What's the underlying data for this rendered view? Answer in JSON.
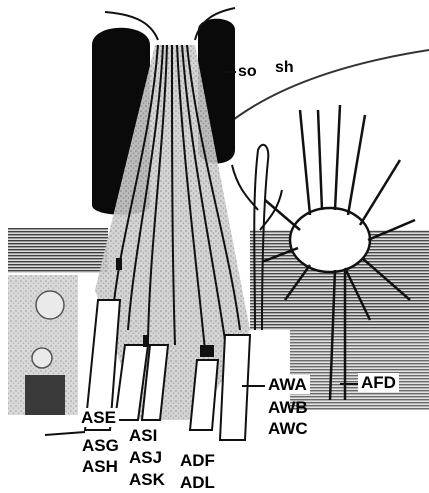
{
  "labels": {
    "so": "so",
    "sh": "sh",
    "ase": "ASE",
    "asg": "ASG",
    "ash": "ASH",
    "asi": "ASI",
    "asj": "ASJ",
    "ask": "ASK",
    "adf": "ADF",
    "adl": "ADL",
    "awa": "AWA",
    "awb": "AWB",
    "awc": "AWC",
    "afd": "AFD"
  }
}
